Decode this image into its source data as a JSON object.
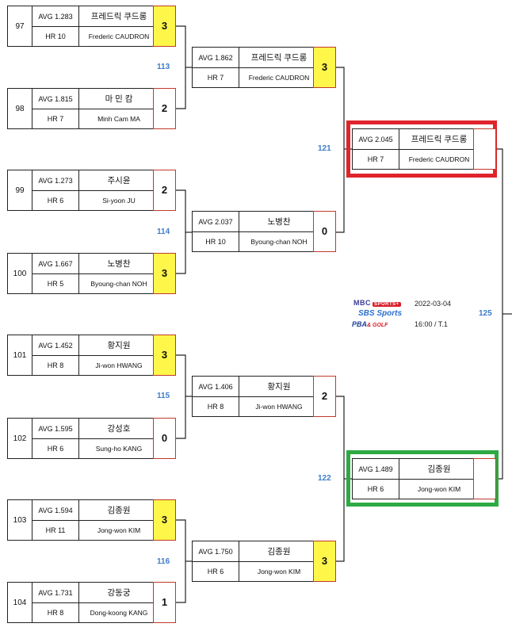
{
  "matches": {
    "m97": {
      "seed": "97",
      "avg": "AVG 1.283",
      "hr": "HR 10",
      "kor": "프레드릭 쿠드롱",
      "eng": "Frederic CAUDRON",
      "score": "3"
    },
    "m98": {
      "seed": "98",
      "avg": "AVG 1.815",
      "hr": "HR 7",
      "kor": "마 민 캄",
      "eng": "Minh Cam MA",
      "score": "2"
    },
    "m99": {
      "seed": "99",
      "avg": "AVG 1.273",
      "hr": "HR 6",
      "kor": "주시윤",
      "eng": "Si-yoon JU",
      "score": "2"
    },
    "m100": {
      "seed": "100",
      "avg": "AVG 1.667",
      "hr": "HR 5",
      "kor": "노병찬",
      "eng": "Byoung-chan NOH",
      "score": "3"
    },
    "m101": {
      "seed": "101",
      "avg": "AVG 1.452",
      "hr": "HR 8",
      "kor": "황지원",
      "eng": "Ji-won HWANG",
      "score": "3"
    },
    "m102": {
      "seed": "102",
      "avg": "AVG 1.595",
      "hr": "HR 6",
      "kor": "강성호",
      "eng": "Sung-ho KANG",
      "score": "0"
    },
    "m103": {
      "seed": "103",
      "avg": "AVG 1.594",
      "hr": "HR 11",
      "kor": "김종원",
      "eng": "Jong-won KIM",
      "score": "3"
    },
    "m104": {
      "seed": "104",
      "avg": "AVG 1.731",
      "hr": "HR 8",
      "kor": "강동궁",
      "eng": "Dong-koong KANG",
      "score": "1"
    },
    "r113": {
      "avg": "AVG 1.862",
      "hr": "HR 7",
      "kor": "프레드릭 쿠드롱",
      "eng": "Frederic CAUDRON",
      "score": "3"
    },
    "r114": {
      "avg": "AVG 2.037",
      "hr": "HR 10",
      "kor": "노병찬",
      "eng": "Byoung-chan NOH",
      "score": "0"
    },
    "r115": {
      "avg": "AVG 1.406",
      "hr": "HR 8",
      "kor": "황지원",
      "eng": "Ji-won HWANG",
      "score": "2"
    },
    "r116": {
      "avg": "AVG 1.750",
      "hr": "HR 6",
      "kor": "김종원",
      "eng": "Jong-won KIM",
      "score": "3"
    },
    "r121": {
      "avg": "AVG 2.045",
      "hr": "HR 7",
      "kor": "프레드릭 쿠드롱",
      "eng": "Frederic CAUDRON",
      "score": ""
    },
    "r122": {
      "avg": "AVG 1.489",
      "hr": "HR 6",
      "kor": "김종원",
      "eng": "Jong-won KIM",
      "score": ""
    }
  },
  "match_numbers": {
    "n113": "113",
    "n114": "114",
    "n115": "115",
    "n116": "116",
    "n121": "121",
    "n122": "122",
    "n125": "125"
  },
  "broadcast": {
    "mbc": "MBC",
    "mbc_badge": "SPORTS+",
    "sbs": "SBS Sports",
    "pba": "PBA",
    "pba_badge": "& GOLF",
    "date": "2022-03-04",
    "time": "16:00 / T.1"
  },
  "colors": {
    "winner_fill": "#fff64a",
    "score_border": "#c0392b",
    "match_no": "#3d7cc9",
    "highlight_red": "#e0242c",
    "highlight_green": "#2eaa44"
  }
}
